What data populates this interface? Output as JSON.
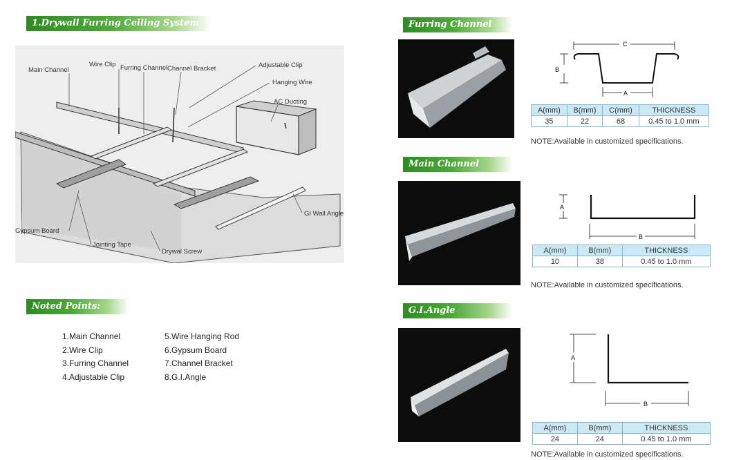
{
  "section1": {
    "title": "1.Drywall Furring Ceiling System",
    "labels": {
      "main_channel": "Main Channel",
      "wire_clip": "Wire Clip",
      "furring_channel": "Furring Channel",
      "channel_bracket": "Channel Bracket",
      "adjustable_clip": "Adjustable Clip",
      "hanging_wire": "Hanging Wire",
      "ac_ducting": "AC Ducting",
      "gi_wall_angle": "GI Wall Angle",
      "gypsum_board": "Gypsum Board",
      "jointing_tape": "Jointing Tape",
      "drywall_screw": "Drywal Screw"
    }
  },
  "noted": {
    "title": "Noted Points:",
    "col1": [
      "1.Main Channel",
      "2.Wire Clip",
      "3.Furring Channel",
      "4.Adjustable Clip"
    ],
    "col2": [
      "5.Wire Hanging Rod",
      "6.Gypsum Board",
      "7.Channel Bracket",
      "8.G.I.Angle"
    ]
  },
  "furring": {
    "title": "Furring Channel",
    "dims": {
      "a": "A",
      "b": "B",
      "c": "C"
    },
    "headers": [
      "A(mm)",
      "B(mm)",
      "C(mm)",
      "THICKNESS"
    ],
    "row": [
      "35",
      "22",
      "68",
      "0.45 to 1.0 mm"
    ],
    "note": "NOTE:Available in customized specifications."
  },
  "main": {
    "title": "Main Channel",
    "dims": {
      "a": "A",
      "b": "B"
    },
    "headers": [
      "A(mm)",
      "B(mm)",
      "THICKNESS"
    ],
    "row": [
      "10",
      "38",
      "0.45 to 1.0 mm"
    ],
    "note": "NOTE:Available in customized specifications."
  },
  "angle": {
    "title": "G.I.Angle",
    "dims": {
      "a": "A",
      "b": "B"
    },
    "headers": [
      "A(mm)",
      "B(mm)",
      "THICKNESS"
    ],
    "row": [
      "24",
      "24",
      "0.45 to 1.0 mm"
    ],
    "note": "NOTE:Available in customized specifications."
  },
  "colors": {
    "banner_green": "#3e9a30",
    "table_header": "#cde8f5",
    "table_border": "#8fb7cc"
  }
}
